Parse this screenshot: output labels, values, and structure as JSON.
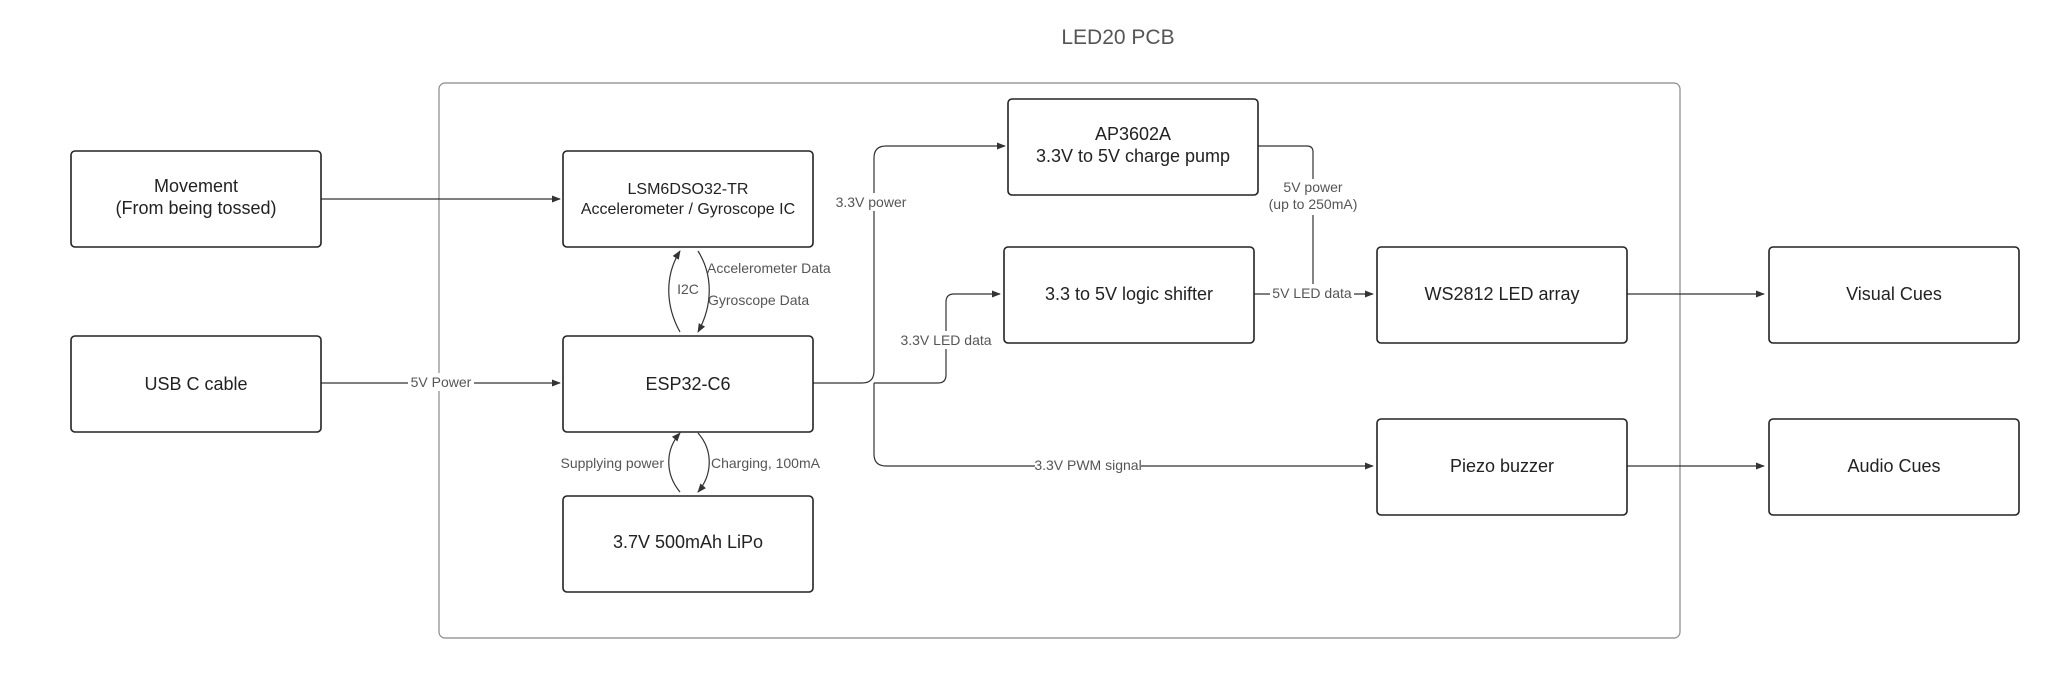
{
  "title": "LED20 PCB",
  "blocks": {
    "movement": [
      "Movement",
      "(From being tossed)"
    ],
    "usb": [
      "USB C cable"
    ],
    "imu": [
      "LSM6DSO32-TR",
      "Accelerometer / Gyroscope IC"
    ],
    "mcu": [
      "ESP32-C6"
    ],
    "battery": [
      "3.7V 500mAh LiPo"
    ],
    "pump": [
      "AP3602A",
      "3.3V to 5V charge pump"
    ],
    "shifter": [
      "3.3 to 5V logic shifter"
    ],
    "leds": [
      "WS2812 LED array"
    ],
    "buzzer": [
      "Piezo buzzer"
    ],
    "visual": [
      "Visual Cues"
    ],
    "audio": [
      "Audio Cues"
    ]
  },
  "labels": {
    "usb_power": "5V Power",
    "i2c": "I2C",
    "accel_data": "Accelerometer Data",
    "gyro_data": "Gyroscope Data",
    "supplying_power": "Supplying power",
    "charging": "Charging, 100mA",
    "power_33": "3.3V power",
    "led_data_33": "3.3V LED data",
    "pwm_33": "3.3V PWM signal",
    "power_5v_line1": "5V power",
    "power_5v_line2": "(up to 250mA)",
    "led_data_5v": "5V LED data"
  }
}
